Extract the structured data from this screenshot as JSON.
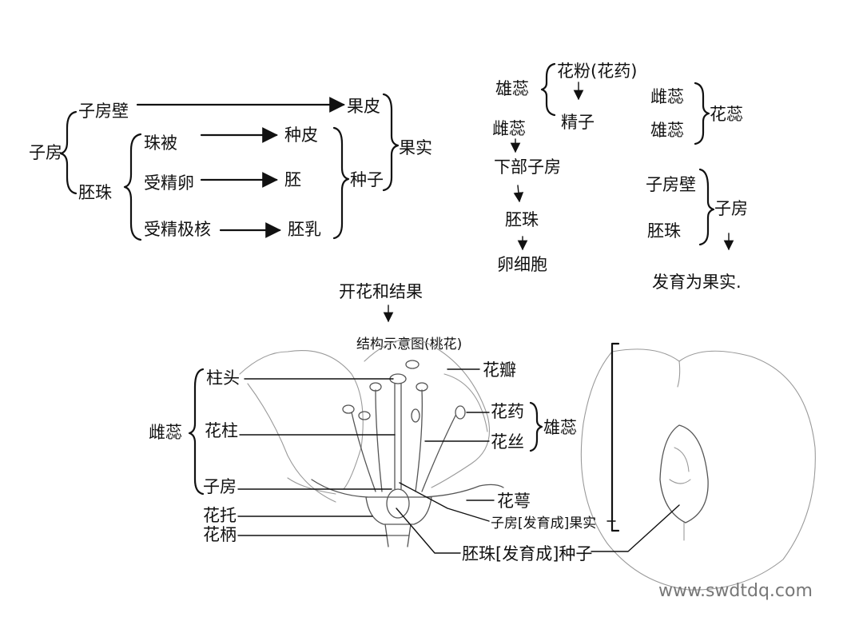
{
  "fruit_formation": {
    "ovary": "子房",
    "ovary_wall": "子房壁",
    "ovule": "胚珠",
    "integument": "珠被",
    "fertilized_egg": "受精卵",
    "fertilized_polar_nuclei": "受精极核",
    "seed_coat": "种皮",
    "embryo": "胚",
    "endosperm": "胚乳",
    "pericarp": "果皮",
    "seed": "种子",
    "fruit": "果实"
  },
  "fertilization": {
    "stamen": "雄蕊",
    "pollen": "花粉(花药)",
    "sperm": "精子",
    "pistil": "雌蕊",
    "lower_part_ovary": "下部子房",
    "ovule": "胚珠",
    "egg_cell": "卵细胞"
  },
  "stamen_pistil_group": {
    "pistil": "雌蕊",
    "stamen": "雄蕊",
    "pistil_and_stamen": "花蕊"
  },
  "ovary_to_fruit": {
    "ovary_wall": "子房壁",
    "ovule": "胚珠",
    "ovary": "子房",
    "develop_to_fruit": "发育为果实."
  },
  "flower_diagram": {
    "heading": "开花和结果",
    "subtitle": "结构示意图(桃花)",
    "petal": "花瓣",
    "stigma": "柱头",
    "style": "花柱",
    "ovary": "子房",
    "receptacle": "花托",
    "pedicel": "花柄",
    "pistil": "雌蕊",
    "anther": "花药",
    "filament": "花丝",
    "stamen": "雄蕊",
    "sepal": "花萼",
    "ovary_develops": "子房[发育成]果实",
    "ovule_develops": "胚珠[发育成]种子"
  },
  "watermark": "www.swdtdq.com"
}
